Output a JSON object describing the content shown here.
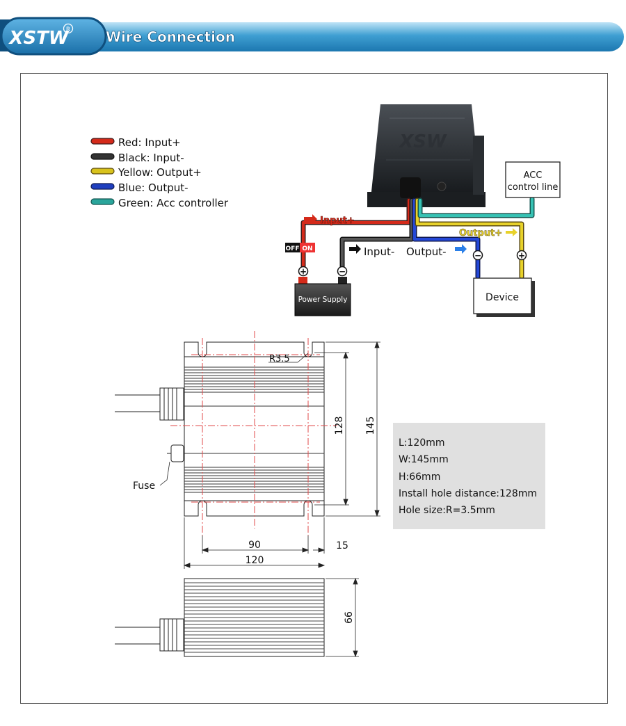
{
  "header": {
    "logo": "XSTW",
    "logo_mark": "R",
    "title": "Wire Connection"
  },
  "legend": [
    {
      "label": "Red: Input+",
      "color": "#d42a1a"
    },
    {
      "label": "Black: Input-",
      "color": "#333333"
    },
    {
      "label": "Yellow: Output+",
      "color": "#d8c21c"
    },
    {
      "label": "Blue: Output-",
      "color": "#1f3fbf"
    },
    {
      "label": "Green: Acc controller",
      "color": "#2aa59b"
    }
  ],
  "wiring": {
    "device_logo": "XSW",
    "acc_box": [
      "ACC",
      "control line"
    ],
    "input_plus": "Input+",
    "input_minus": "Input-",
    "output_minus": "Output-",
    "output_plus": "Output+",
    "switch_off": "OFF",
    "switch_on": "ON",
    "power_supply": "Power Supply",
    "device": "Device",
    "plus_symbol": "+",
    "minus_symbol": "−"
  },
  "drawing": {
    "r_label": "R3.5",
    "dim_128": "128",
    "dim_145": "145",
    "dim_90": "90",
    "dim_15": "15",
    "dim_120": "120",
    "dim_66": "66",
    "fuse": "Fuse"
  },
  "specs": [
    "L:120mm",
    "W:145mm",
    "H:66mm",
    "Install hole distance:128mm",
    "Hole size:R=3.5mm"
  ]
}
